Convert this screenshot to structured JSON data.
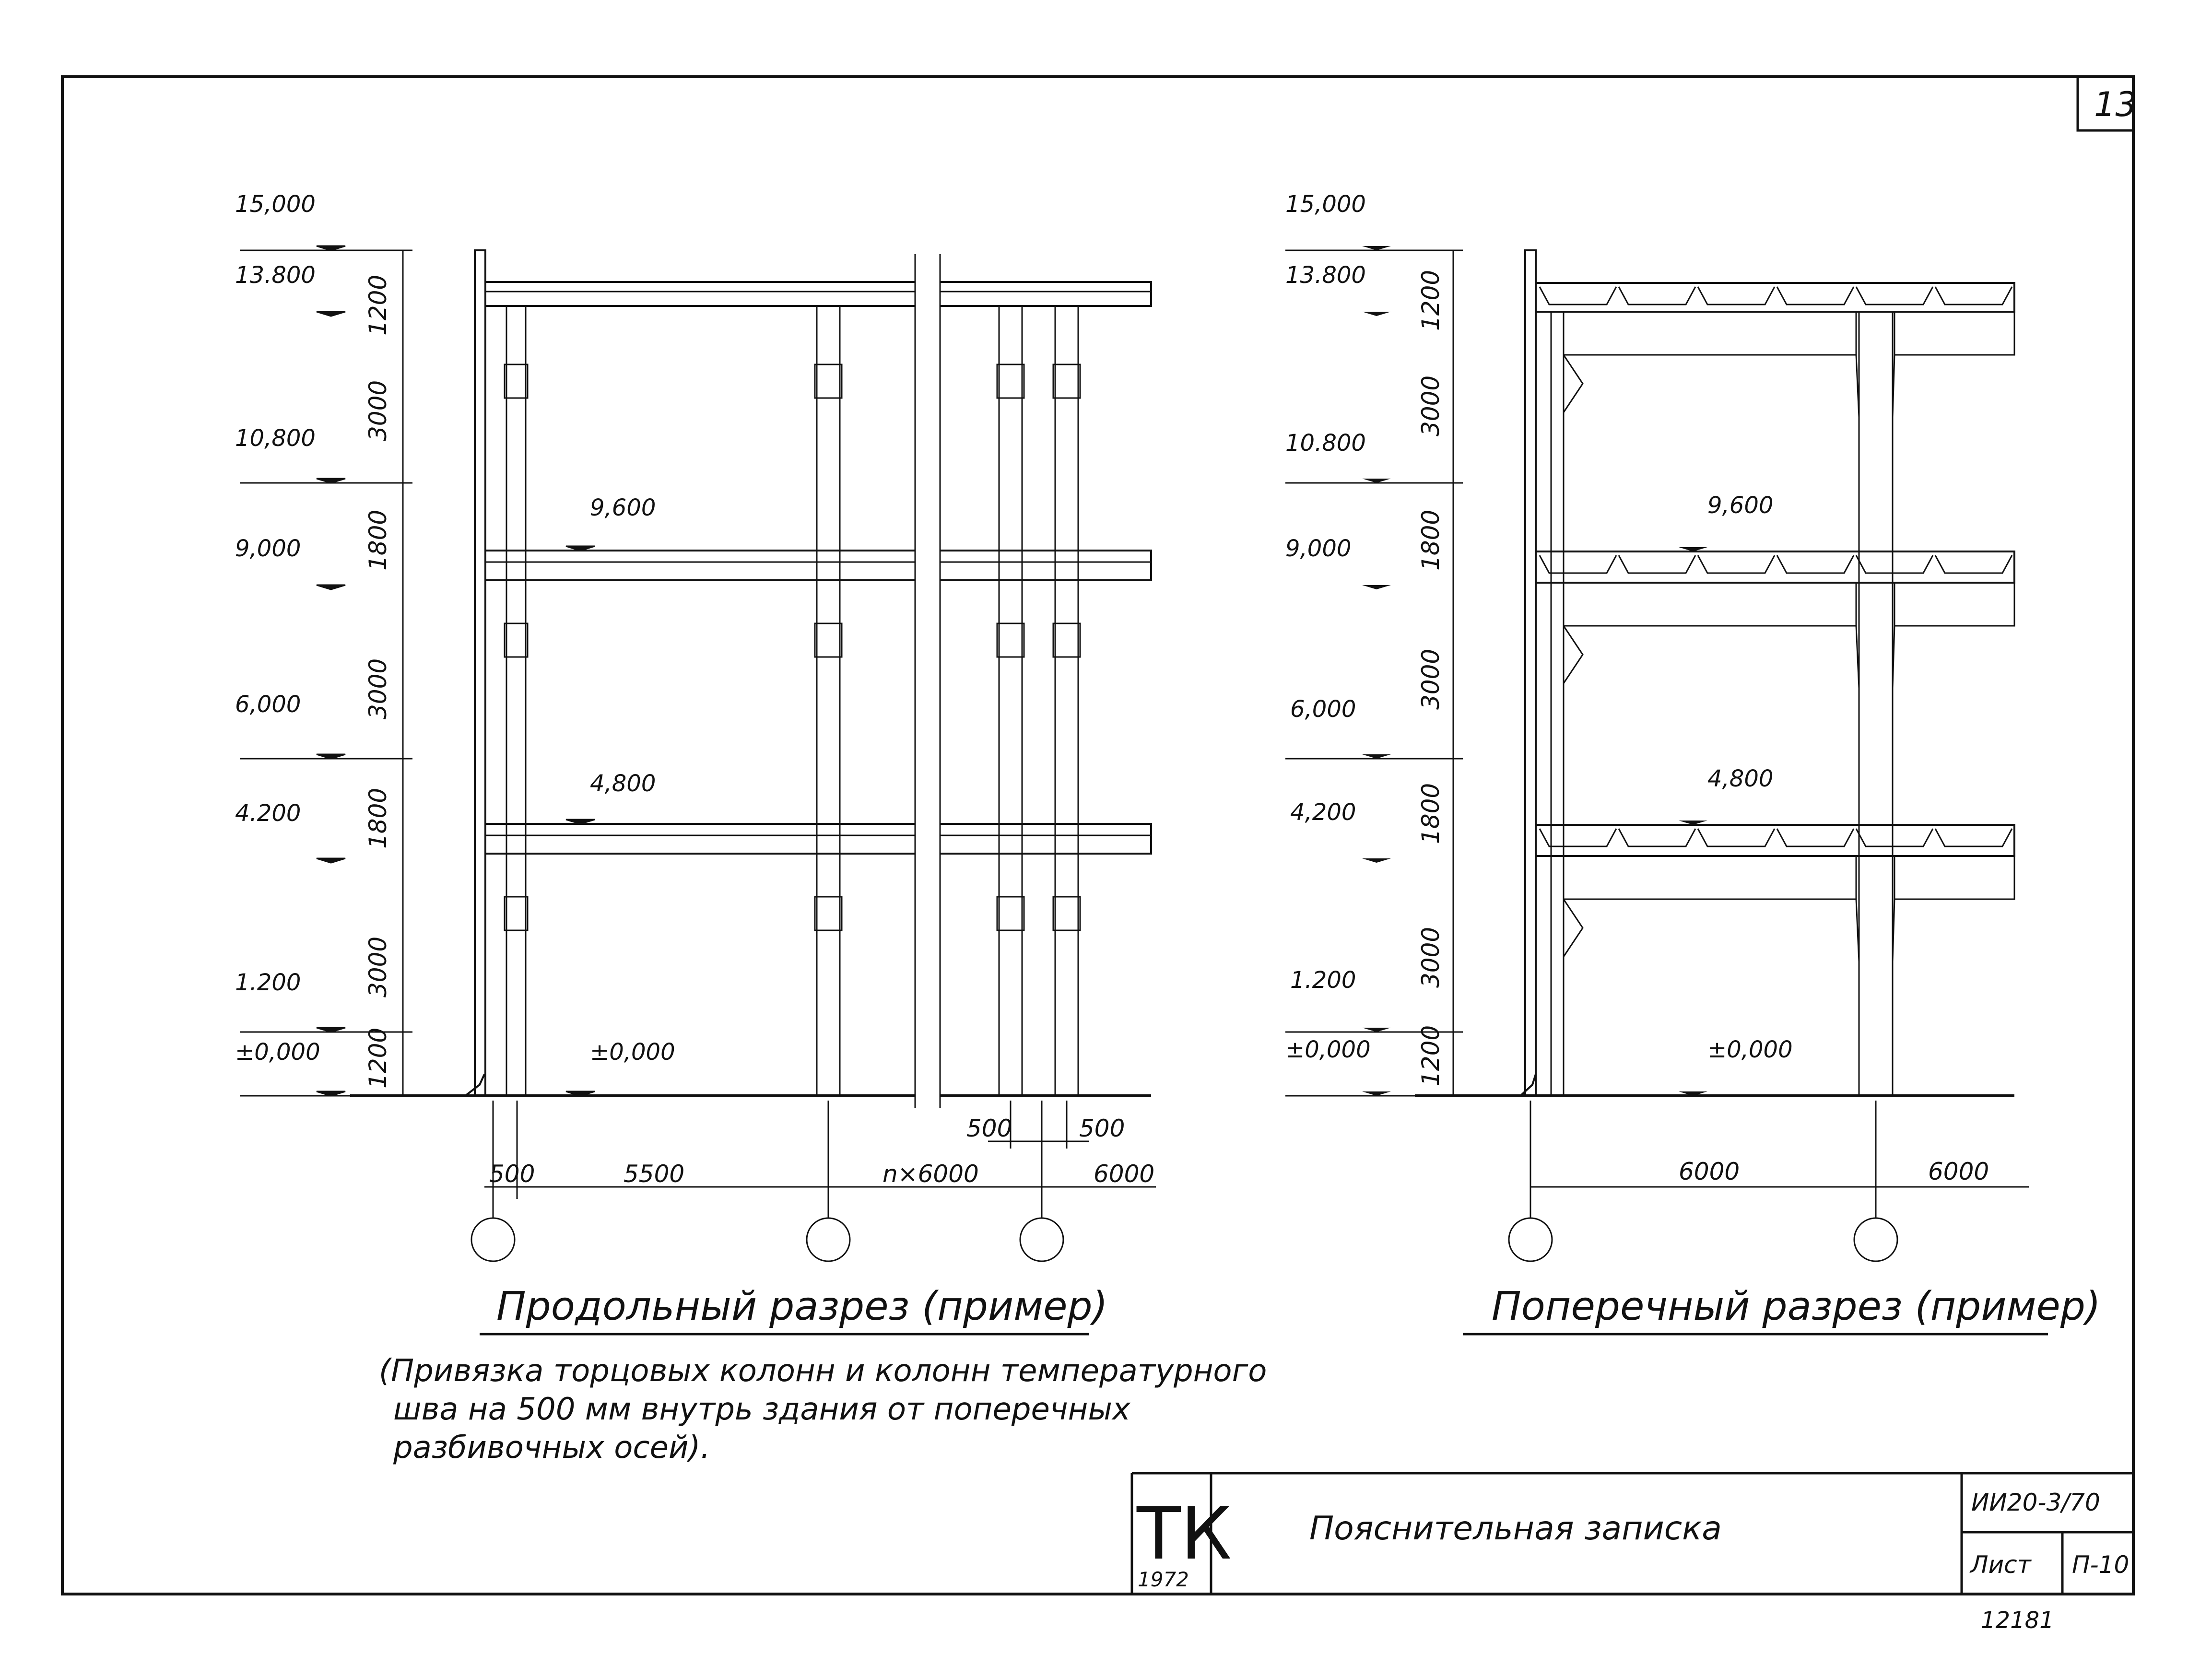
{
  "sheet": {
    "page_number": "13",
    "title_block": {
      "org_logo": "ТК",
      "year": "1972",
      "description": "Пояснительная записка",
      "series": "ИИ20-3/70",
      "sheet_label": "Лист",
      "sheet_number": "П-10",
      "archive_number": "12181"
    }
  },
  "longitudinal": {
    "title": "Продольный разрез (пример)",
    "note_lines": [
      "(Привязка торцовых колонн и колонн температурного",
      "шва на 500 мм внутрь здания от поперечных",
      "разбивочных осей)."
    ],
    "levels": [
      "15,000",
      "13.800",
      "10,800",
      "9,000",
      "6,000",
      "4.200",
      "1.200",
      "±0,000"
    ],
    "heights": [
      "1200",
      "3000",
      "1800",
      "3000",
      "1800",
      "3000",
      "1200"
    ],
    "floor_marks": [
      "9,600",
      "4,800",
      "±0,000"
    ],
    "spans": [
      "500",
      "5500",
      "n×6000",
      "6000"
    ],
    "joint_dims": [
      "500",
      "500"
    ]
  },
  "transverse": {
    "title": "Поперечный разрез (пример)",
    "levels": [
      "15,000",
      "13.800",
      "10.800",
      "9,000",
      "6,000",
      "4,200",
      "1.200",
      "±0,000"
    ],
    "heights": [
      "1200",
      "3000",
      "1800",
      "3000",
      "1800",
      "3000",
      "1200"
    ],
    "floor_marks": [
      "9,600",
      "4,800",
      "±0,000"
    ],
    "spans": [
      "6000",
      "6000"
    ]
  },
  "colors": {
    "ink": "#111111",
    "paper": "#ffffff"
  }
}
